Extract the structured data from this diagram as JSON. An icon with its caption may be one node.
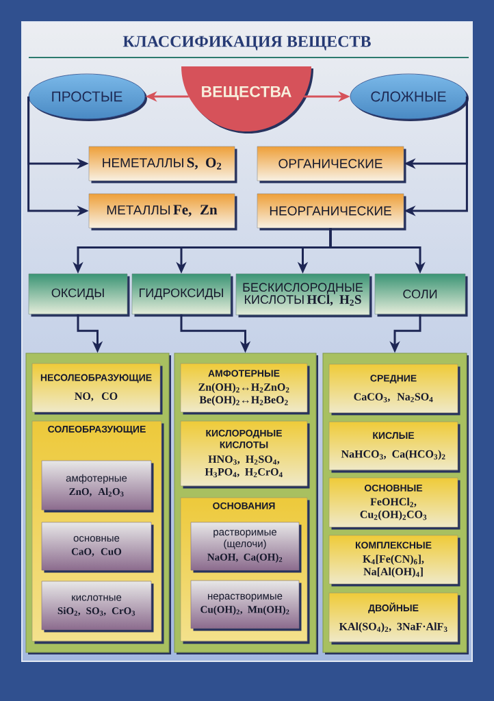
{
  "diagram": {
    "title": "КЛАССИФИКАЦИЯ ВЕЩЕСТВ",
    "nodes": [
      {
        "text": [
          "ВЕЩЕСТВА"
        ]
      },
      {
        "text": [
          "ПРОСТЫЕ"
        ]
      },
      {
        "text": [
          "СЛОЖНЫЕ"
        ]
      },
      {
        "text": [
          "НЕМЕТАЛЛЫ",
          "S, O$_{2}$"
        ]
      },
      {
        "text": [
          "ОРГАНИЧЕСКИЕ"
        ]
      },
      {
        "text": [
          "МЕТАЛЛЫ",
          "Fe, Zn"
        ]
      },
      {
        "text": [
          "НЕОРГАНИЧЕСКИЕ"
        ]
      },
      {
        "text": [
          "ОКСИДЫ"
        ]
      },
      {
        "text": [
          "ГИДРОКСИДЫ"
        ]
      },
      {
        "text": [
          "БЕСКИСЛОРОДНЫЕ КИСЛОТЫ",
          "HCl, H$_{2}$S"
        ]
      },
      {
        "text": [
          "СОЛИ"
        ]
      },
      {
        "text": [],
        "shape": "box"
      },
      {
        "text": [
          "НЕСОЛЕОБРАЗУЮЩИЕ",
          "NO, CO"
        ],
        "in": 11
      },
      {
        "text": [
          "СОЛЕОБРАЗУЮЩИЕ"
        ],
        "in": 11
      },
      {
        "text": [
          "амфотерные",
          "ZnO, Al$_{2}$O$_{3}$"
        ],
        "in": 13
      },
      {
        "text": [
          "основные",
          "CaO, CuO"
        ],
        "in": 13
      },
      {
        "text": [
          "кислотные",
          "SiO$_{2}$, SO$_{3}$, CrO$_{3}$"
        ],
        "in": 13
      },
      {
        "text": [],
        "shape": "box"
      },
      {
        "text": [
          "АМФОТЕРНЫЕ",
          "Zn(OH)$_{2}$↔H$_{2}$ZnO$_{2}$",
          "Be(OH)$_{2}$↔H$_{2}$BeO$_{2}$"
        ],
        "in": 17
      },
      {
        "text": [
          "КИСЛОРОДНЫЕ КИСЛОТЫ",
          "HNO$_{3}$, H$_{2}$SO$_{4}$, H$_{3}$PO$_{4}$, H$_{2}$CrO$_{4}$"
        ],
        "in": 17
      },
      {
        "text": [
          "ОСНОВАНИЯ"
        ],
        "in": 17
      },
      {
        "text": [
          "растворимые (щелочи)",
          "NaOH, Ca(OH)$_{2}$"
        ],
        "in": 20
      },
      {
        "text": [
          "нерастворимые",
          "Cu(OH)$_{2}$, Mn(OH)$_{2}$"
        ],
        "in": 20
      },
      {
        "text": [],
        "shape": "box"
      },
      {
        "text": [
          "СРЕДНИЕ",
          "CaCO$_{3}$, Na$_{2}$SO$_{4}$"
        ],
        "in": 23
      },
      {
        "text": [
          "КИСЛЫЕ",
          "NaHCO$_{3}$, Ca(HCO$_{3}$)$_{2}$"
        ],
        "in": 23
      },
      {
        "text": [
          "ОСНОВНЫЕ",
          "FeOHCl$_{2}$, Cu$_{2}$(OH)$_{2}$CO$_{3}$"
        ],
        "in": 23
      },
      {
        "text": [
          "КОМПЛЕКСНЫЕ",
          "K$_{4}$[Fe(CN)$_{6}$], Na[Al(OH)$_{4}$]"
        ],
        "in": 23
      },
      {
        "text": [
          "ДВОЙНЫЕ",
          "KAl(SO$_{4}$)$_{2}$, 3NaF·AlF$_{3}$"
        ],
        "in": 23
      }
    ],
    "edges": [
      {
        "from": 0,
        "to": 1,
        "arrow": "to",
        "color": "#d6525a"
      },
      {
        "from": 0,
        "to": 2,
        "arrow": "to",
        "color": "#d6525a"
      },
      {
        "from": 1,
        "to": 3,
        "arrow": "to"
      },
      {
        "from": 1,
        "to": 5,
        "arrow": "to"
      },
      {
        "from": 2,
        "to": 4,
        "arrow": "to"
      },
      {
        "from": 2,
        "to": 6,
        "arrow": "to"
      },
      {
        "from": 6,
        "to": 7,
        "arrow": "to"
      },
      {
        "from": 6,
        "to": 8,
        "arrow": "to"
      },
      {
        "from": 6,
        "to": 9,
        "arrow": "to"
      },
      {
        "from": 6,
        "to": 10,
        "arrow": "to"
      },
      {
        "from": 7,
        "to": 11,
        "arrow": "to"
      },
      {
        "from": 8,
        "to": 17,
        "arrow": "to"
      },
      {
        "from": 10,
        "to": 23,
        "arrow": "to"
      }
    ]
  }
}
